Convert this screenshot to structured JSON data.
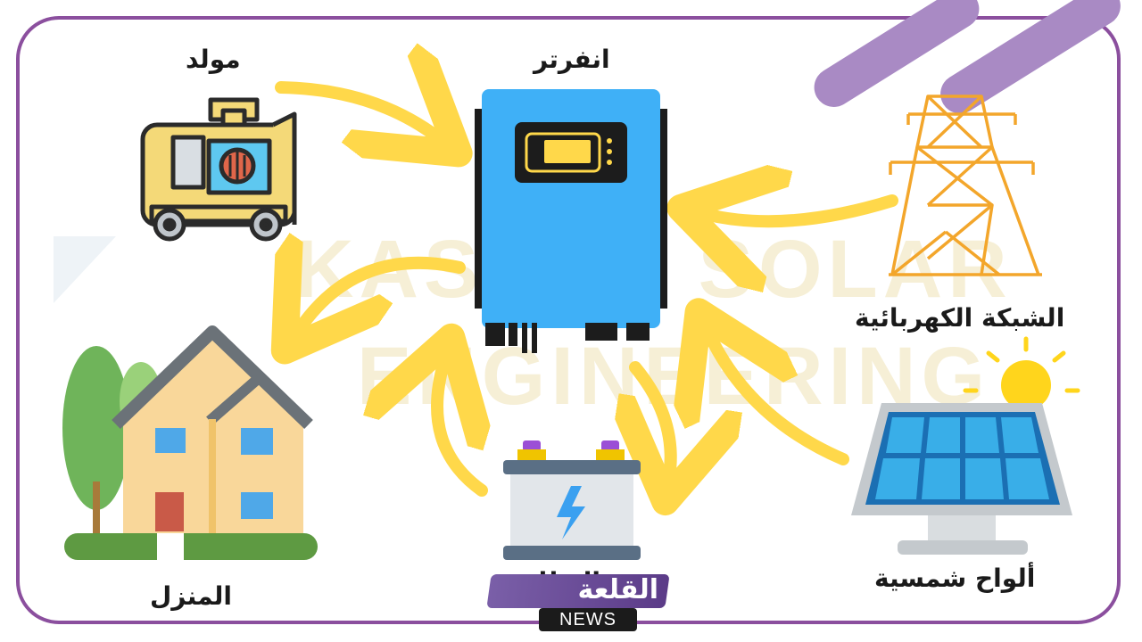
{
  "labels": {
    "inverter": "انفرتر",
    "generator": "مولد",
    "grid": "الشبكة الكهربائية",
    "solar": "ألواح شمسية",
    "home": "المنزل",
    "battery": "البطارية"
  },
  "watermark": {
    "line1": "KASSAA SOLAR",
    "line2": "ENGINEERING"
  },
  "badge": {
    "arabic": "القلعة",
    "english": "NEWS"
  },
  "colors": {
    "frame": "#8b4f9e",
    "arrow": "#ffd84a",
    "inverter": "#3fb0f7",
    "tower": "#f3a62b",
    "accent_stripe": "#a98ac4"
  }
}
